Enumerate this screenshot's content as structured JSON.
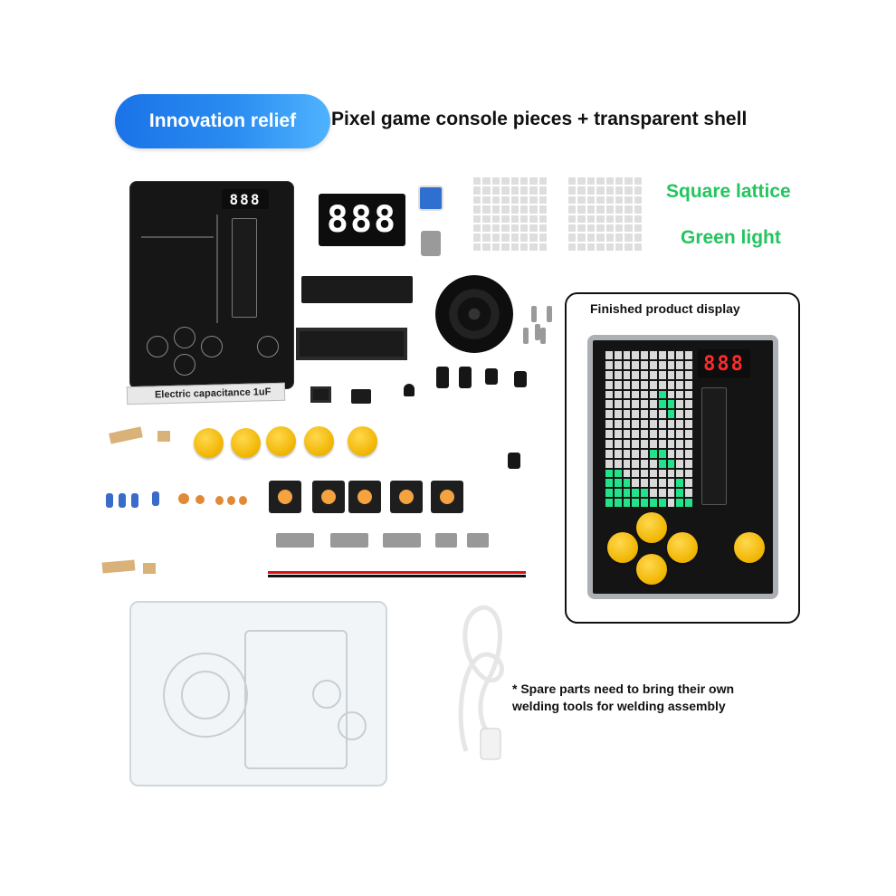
{
  "header": {
    "badge": "Innovation relief",
    "title": "Pixel game console pieces + transparent shell"
  },
  "side_labels": {
    "square_lattice": "Square lattice",
    "green_light": "Green light"
  },
  "finished": {
    "title": "Finished product display",
    "display_digits": "888"
  },
  "kit": {
    "loose_display_digits": "888",
    "pcb_display_digits": "888",
    "capacitor_label": "Electric capacitance 1uF"
  },
  "note": "* Spare parts need to bring their own welding tools for welding assembly",
  "colors": {
    "badge_blue": "#1a73e8",
    "green_text": "#22c55e",
    "button_yellow": "#f0b400",
    "pcb_black": "#161616",
    "led_green": "#22e38a"
  }
}
